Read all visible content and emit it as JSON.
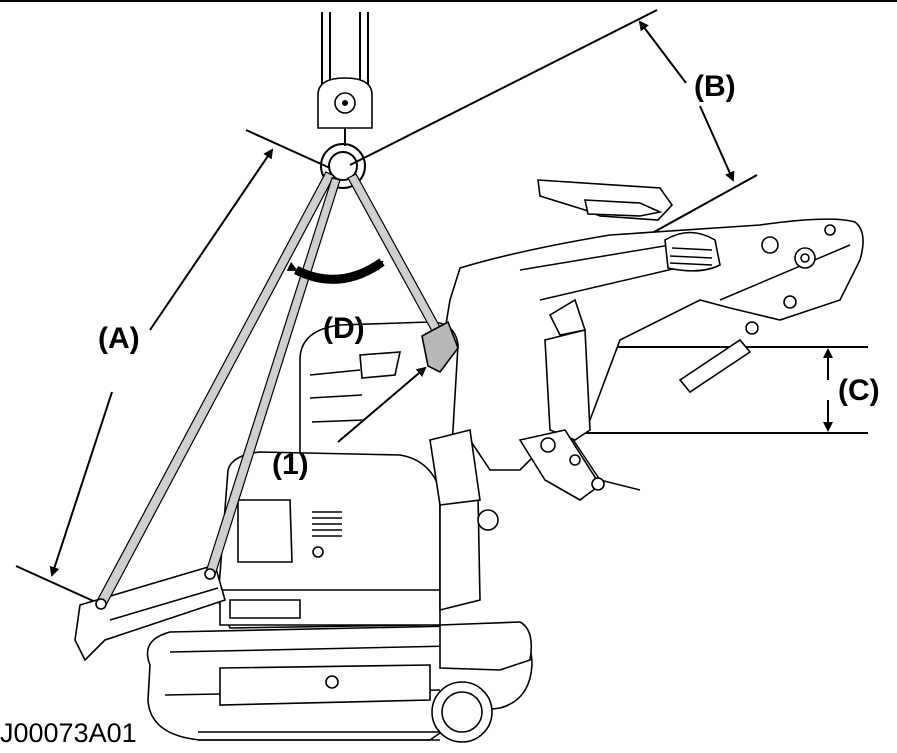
{
  "labels": {
    "a": "(A)",
    "b": "(B)",
    "c": "(C)",
    "d": "(D)",
    "one": "(1)"
  },
  "figure_code": "J00073A01"
}
